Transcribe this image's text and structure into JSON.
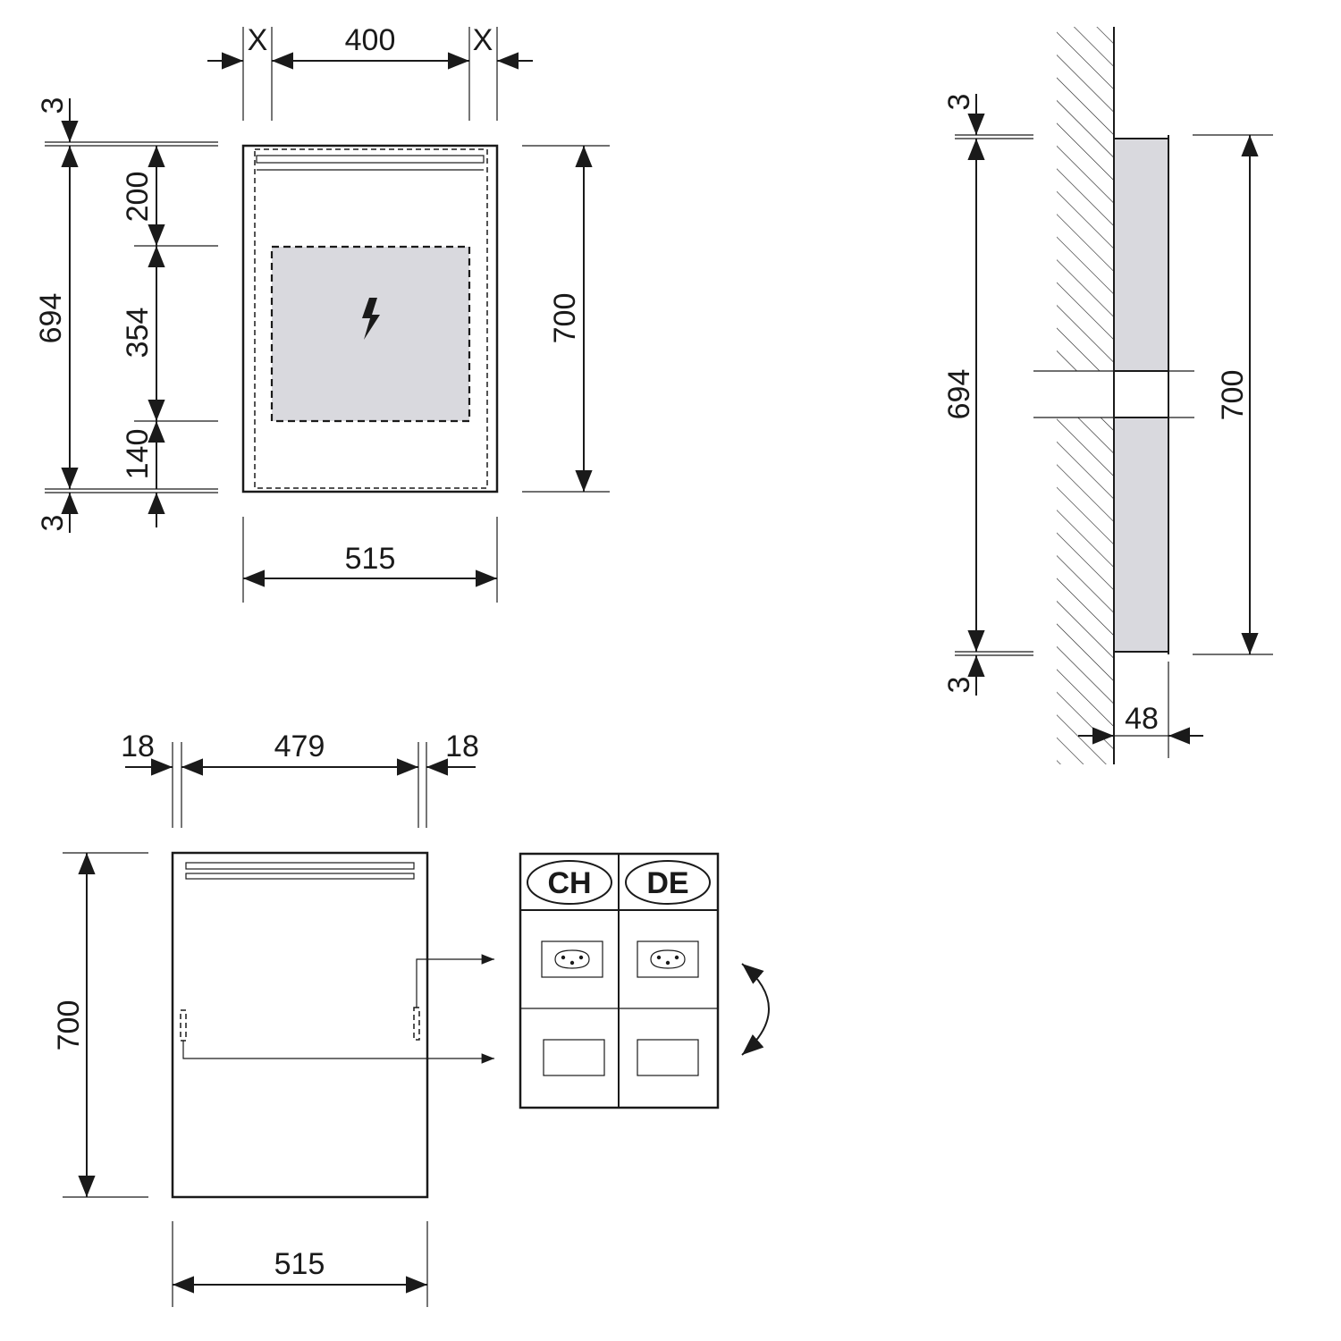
{
  "front_view": {
    "dim_top_side_left": "X",
    "dim_top_center": "400",
    "dim_top_side_right": "X",
    "dim_left_top_gap": "3",
    "dim_left_total": "694",
    "dim_left_bottom_gap": "3",
    "dim_inner_top": "200",
    "dim_inner_middle": "354",
    "dim_inner_bottom": "140",
    "dim_right_height": "700",
    "dim_bottom_width": "515",
    "symbol": "lightning-icon"
  },
  "side_view": {
    "dim_top_gap": "3",
    "dim_total": "694",
    "dim_bottom_gap": "3",
    "dim_height": "700",
    "dim_depth": "48"
  },
  "rear_view": {
    "dim_left_edge": "18",
    "dim_center": "479",
    "dim_right_edge": "18",
    "dim_height": "700",
    "dim_width": "515"
  },
  "sockets": {
    "columns": [
      {
        "label": "CH",
        "socket_icon": "swiss-socket-icon",
        "blank_icon": "blank-plate-icon"
      },
      {
        "label": "DE",
        "socket_icon": "swiss-socket-icon",
        "blank_icon": "blank-plate-icon"
      }
    ],
    "swap_icon": "curved-double-arrow-icon"
  },
  "colors": {
    "line": "#1a1a1a",
    "fill_grey": "#d9d9de",
    "background": "#ffffff"
  }
}
